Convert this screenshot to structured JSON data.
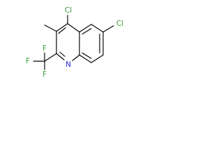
{
  "molecule": {
    "colors": {
      "bond": "#000000",
      "halogen_cl": "#3a9a3a",
      "halogen_f": "#39a339",
      "nitrogen": "#2a2ad8"
    },
    "atom_labels": {
      "cl_top": "Cl",
      "cl_right": "Cl",
      "n": "N",
      "f_left": "F",
      "f_top": "F",
      "f_bottom": "F"
    }
  }
}
